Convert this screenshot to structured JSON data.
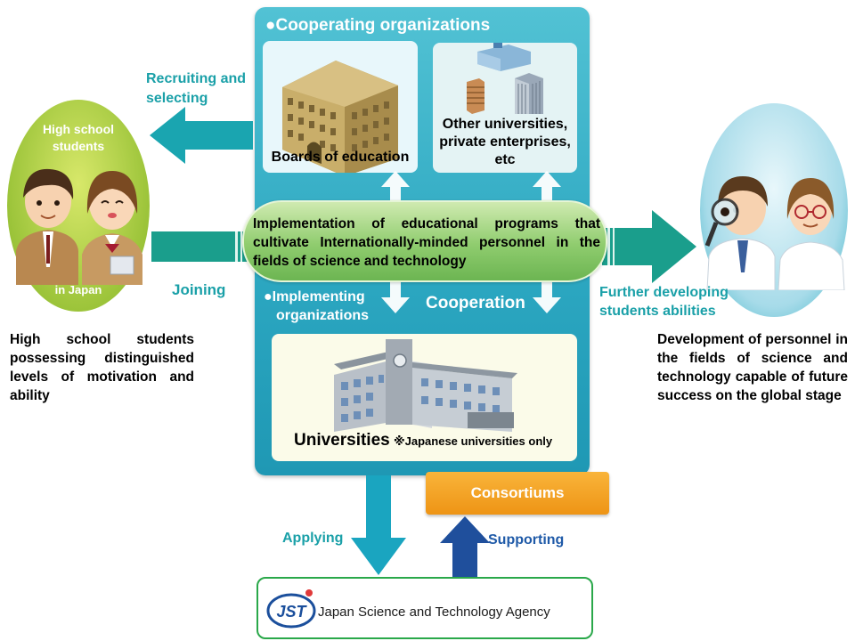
{
  "cooperating": {
    "title": "●Cooperating organizations",
    "boards": "Boards of education",
    "other": [
      "Other universities,",
      "private enterprises,",
      "etc"
    ]
  },
  "program": {
    "text": "Implementation of educational programs that cultivate Internationally-minded personnel in the fields of science and technology"
  },
  "implementing": {
    "title": [
      "●Implementing",
      "organizations"
    ],
    "cooperation": "Cooperation",
    "universities": "Universities",
    "note": "※Japanese universities only"
  },
  "left": {
    "badge": [
      "High school",
      "students"
    ],
    "badge_bottom": "in Japan",
    "recruit": [
      "Recruiting and",
      "selecting"
    ],
    "joining": "Joining",
    "description": "High school students possessing distinguished levels of motivation and ability"
  },
  "right": {
    "develop": [
      "Further developing",
      "students abilities"
    ],
    "description": "Development of personnel in the fields of science and technology capable of future success on the global stage"
  },
  "bottom": {
    "consortiums": "Consortiums",
    "applying": "Applying",
    "supporting": "Supporting",
    "jst_logo": "JST",
    "jst_name": "Japan Science and Technology Agency"
  },
  "colors": {
    "teal": "#1aa0a8",
    "panel": "#2ba6c0",
    "green": "#8fcc6e",
    "orange": "#f2a124",
    "navy": "#1f5aa8",
    "jst_blue": "#1b4f9c",
    "jst_border": "#2aa84a"
  }
}
